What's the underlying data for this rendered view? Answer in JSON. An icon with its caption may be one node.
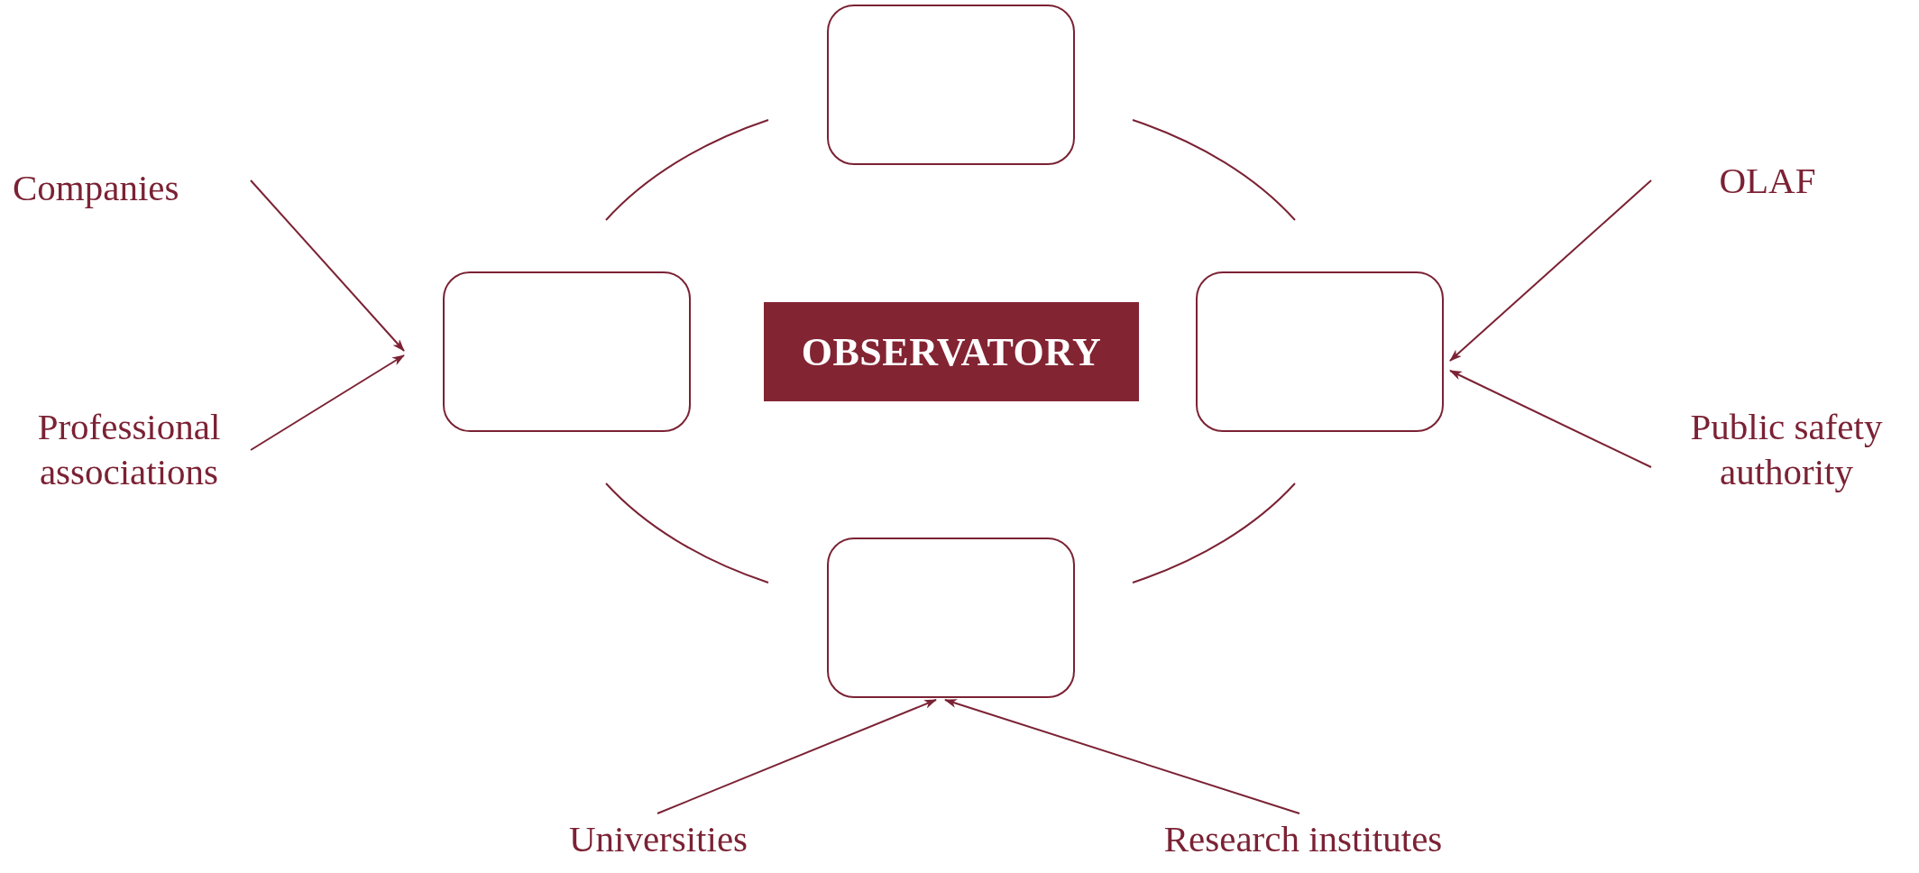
{
  "diagram": {
    "nodes": [
      {
        "text": [],
        "shape": "box"
      },
      {
        "text": [
          "Companies"
        ]
      },
      {
        "text": [
          "OLAF"
        ]
      },
      {
        "text": [],
        "shape": "box"
      },
      {
        "text": [
          "OBSERVATORY"
        ]
      },
      {
        "text": [],
        "shape": "box"
      },
      {
        "text": [
          "Professional associations"
        ]
      },
      {
        "text": [
          "Public safety authority"
        ]
      },
      {
        "text": [],
        "shape": "box"
      },
      {
        "text": [
          "Universities"
        ]
      },
      {
        "text": [
          "Research institutes"
        ]
      }
    ],
    "edges": [
      {
        "from": 1,
        "to": 3,
        "arrow": "to"
      },
      {
        "from": 6,
        "to": 3,
        "arrow": "to"
      },
      {
        "from": 2,
        "to": 5,
        "arrow": "to"
      },
      {
        "from": 7,
        "to": 5,
        "arrow": "to"
      },
      {
        "from": 9,
        "to": 8,
        "arrow": "to"
      },
      {
        "from": 10,
        "to": 8,
        "arrow": "to"
      },
      {
        "from": 0,
        "to": 3,
        "arrow": "none"
      },
      {
        "from": 0,
        "to": 5,
        "arrow": "none"
      },
      {
        "from": 3,
        "to": 8,
        "arrow": "none"
      },
      {
        "from": 5,
        "to": 8,
        "arrow": "none"
      }
    ]
  }
}
